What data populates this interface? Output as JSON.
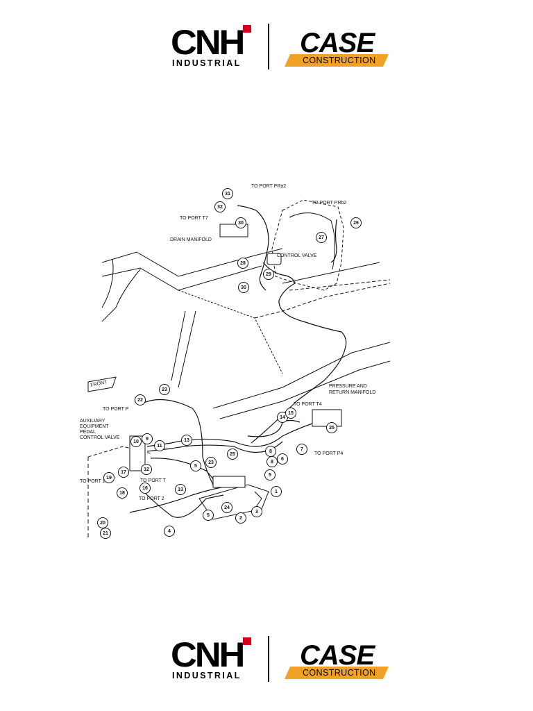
{
  "header_logo": {
    "cnh_word": "CNH",
    "cnh_sub": "INDUSTRIAL",
    "case_word": "CASE",
    "case_band": "CONSTRUCTION"
  },
  "footer_logo": {
    "cnh_word": "CNH",
    "cnh_sub": "INDUSTRIAL",
    "case_word": "CASE",
    "case_band": "CONSTRUCTION"
  },
  "colors": {
    "cnh_red": "#d6001c",
    "case_orange": "#f2a128",
    "ink": "#111111"
  },
  "diagram": {
    "labels": {
      "to_port_pr_a2": "TO PORT PRa2",
      "to_port_pr_b2": "TO PORT PRb2",
      "to_port_t7": "TO PORT T7",
      "drain_manifold": "DRAIN MANIFOLD",
      "control_valve": "CONTROL VALVE",
      "front": "FRONT",
      "pressure_manifold_1": "PRESSURE AND",
      "pressure_manifold_2": "RETURN MANIFOLD",
      "to_port_t4": "TO PORT T4",
      "to_port_p4": "TO PORT P4",
      "to_port_p": "TO PORT P",
      "aux_1": "AUXILIARY",
      "aux_2": "EQUIPMENT",
      "aux_3": "PEDAL",
      "aux_4": "CONTROL VALVE",
      "to_port_1": "TO PORT 1",
      "to_port_t": "TO PORT T",
      "to_port_2": "TO PORT 2"
    },
    "callouts": [
      "1",
      "2",
      "3",
      "4",
      "5",
      "5",
      "5",
      "6",
      "7",
      "8",
      "8",
      "9",
      "10",
      "11",
      "12",
      "13",
      "13",
      "14",
      "15",
      "16",
      "17",
      "18",
      "19",
      "20",
      "21",
      "22",
      "23",
      "23",
      "24",
      "25",
      "25",
      "26",
      "27",
      "28",
      "29",
      "30",
      "30",
      "31",
      "32"
    ]
  }
}
